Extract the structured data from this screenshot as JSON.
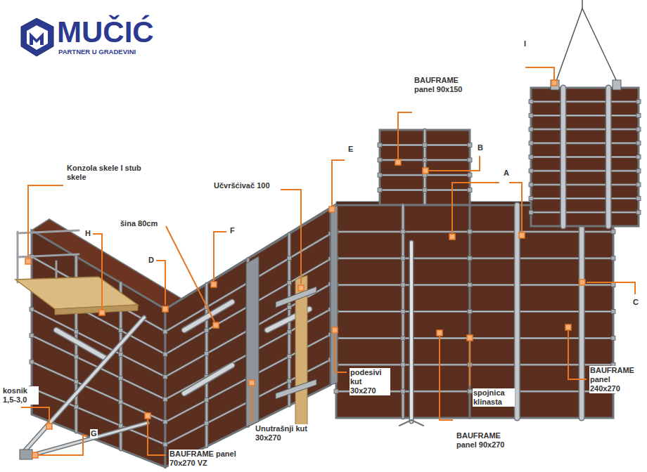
{
  "diagram": {
    "labels": [
      "MUČIĆ",
      "PARTNER U GRADEVINI",
      "I",
      "BAUFRAME panel 90x150",
      "E",
      "B",
      "Konzola skele I stub skele",
      "Učvršćivač 100",
      "A",
      "šina 80cm",
      "F",
      "H",
      "D",
      "C",
      "podesivi kut 30x270",
      "spojnica klinasta",
      "BAUFRAME panel 240x270",
      "kosnik 1,5-3,0",
      "G",
      "Unutrašnji kut 30x270",
      "BAUFRAME panel 90x270",
      "BAUFRAME panel 70x270 VZ"
    ]
  }
}
